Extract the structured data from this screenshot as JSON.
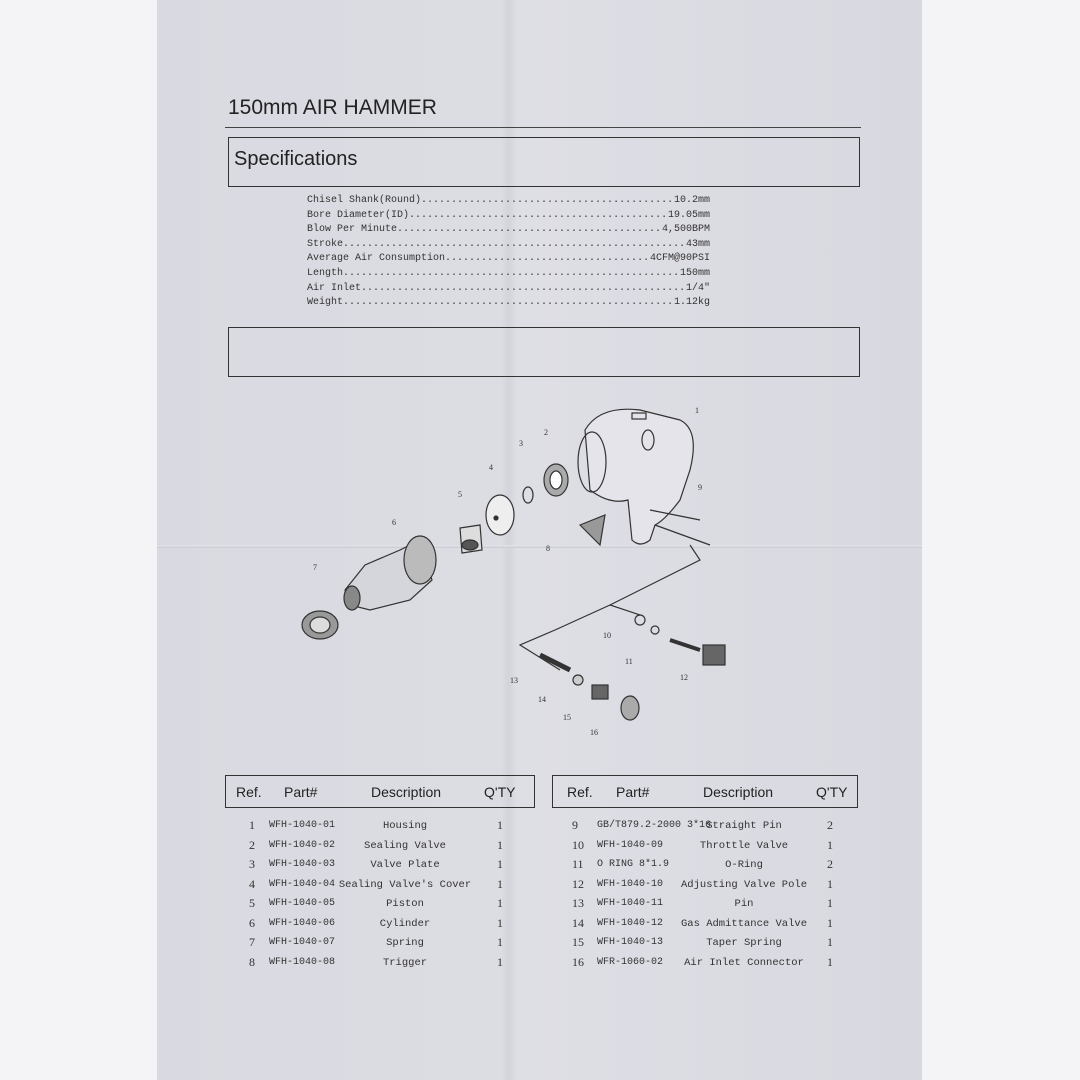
{
  "title": "150mm  AIR HAMMER",
  "specifications_heading": "Specifications",
  "specs": [
    {
      "label": "Chisel Shank(Round)",
      "value": "10.2mm"
    },
    {
      "label": "Bore Diameter(ID)",
      "value": "19.05mm"
    },
    {
      "label": "Blow Per Minute",
      "value": "4,500BPM"
    },
    {
      "label": "Stroke",
      "value": "43mm"
    },
    {
      "label": "Average Air Consumption",
      "value": "4CFM@90PSI"
    },
    {
      "label": "Length",
      "value": "150mm"
    },
    {
      "label": "Air Inlet",
      "value": "1/4\""
    },
    {
      "label": "Weight",
      "value": "1.12kg"
    }
  ],
  "diagram_callouts": [
    "1",
    "2",
    "3",
    "4",
    "5",
    "6",
    "7",
    "8",
    "9",
    "10",
    "11",
    "12",
    "13",
    "14",
    "15",
    "16"
  ],
  "table_headers": {
    "ref": "Ref.",
    "part": "Part#",
    "desc": "Description",
    "qty": "Q'TY"
  },
  "parts_left": [
    {
      "ref": "1",
      "part": "WFH-1040-01",
      "desc": "Housing",
      "qty": "1"
    },
    {
      "ref": "2",
      "part": "WFH-1040-02",
      "desc": "Sealing Valve",
      "qty": "1"
    },
    {
      "ref": "3",
      "part": "WFH-1040-03",
      "desc": "Valve  Plate",
      "qty": "1"
    },
    {
      "ref": "4",
      "part": "WFH-1040-04",
      "desc": "Sealing Valve's Cover",
      "qty": "1"
    },
    {
      "ref": "5",
      "part": "WFH-1040-05",
      "desc": "Piston",
      "qty": "1"
    },
    {
      "ref": "6",
      "part": "WFH-1040-06",
      "desc": "Cylinder",
      "qty": "1"
    },
    {
      "ref": "7",
      "part": "WFH-1040-07",
      "desc": "Spring",
      "qty": "1"
    },
    {
      "ref": "8",
      "part": "WFH-1040-08",
      "desc": "Trigger",
      "qty": "1"
    }
  ],
  "parts_right": [
    {
      "ref": "9",
      "part": "GB/T879.2-2000 3*16",
      "desc": "Straight Pin",
      "qty": "2"
    },
    {
      "ref": "10",
      "part": "WFH-1040-09",
      "desc": "Throttle  Valve",
      "qty": "1"
    },
    {
      "ref": "11",
      "part": "O RING  8*1.9",
      "desc": "O-Ring",
      "qty": "2"
    },
    {
      "ref": "12",
      "part": "WFH-1040-10",
      "desc": "Adjusting Valve Pole",
      "qty": "1"
    },
    {
      "ref": "13",
      "part": "WFH-1040-11",
      "desc": "Pin",
      "qty": "1"
    },
    {
      "ref": "14",
      "part": "WFH-1040-12",
      "desc": "Gas Admittance Valve",
      "qty": "1"
    },
    {
      "ref": "15",
      "part": "WFH-1040-13",
      "desc": "Taper Spring",
      "qty": "1"
    },
    {
      "ref": "16",
      "part": "WFR-1060-02",
      "desc": "Air Inlet Connector",
      "qty": "1"
    }
  ]
}
